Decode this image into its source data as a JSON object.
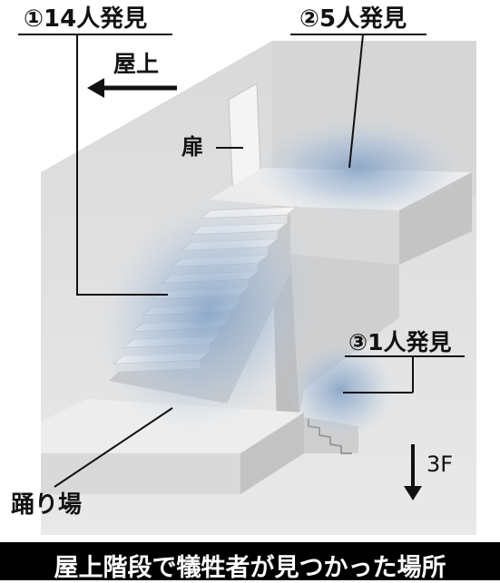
{
  "labels": {
    "spot1": "①14人発見",
    "spot2": "②5人発見",
    "spot3": "③1人発見",
    "rooftop": "屋上",
    "door": "扉",
    "landing": "踊り場",
    "floor3": "3F"
  },
  "caption": "屋上階段で犠牲者が見つかった場所",
  "colors": {
    "wall_light": "#e6e6e6",
    "wall_mid": "#d2d2d2",
    "wall_dark": "#b9b9b9",
    "highlight": "#7f9fc4",
    "caption_bg": "#000000",
    "caption_text": "#ffffff"
  },
  "icons": [
    "left-arrow-icon",
    "down-arrow-icon"
  ]
}
